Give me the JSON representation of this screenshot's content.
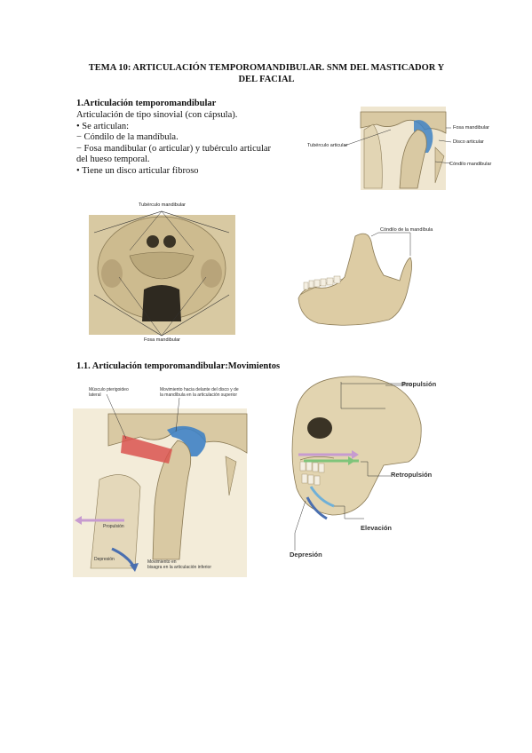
{
  "title": {
    "line1": "TEMA 10: ARTICULACIÓN TEMPOROMANDIBULAR. SNM DEL MASTICADOR Y",
    "line2": "DEL FACIAL"
  },
  "section1": {
    "heading": "1.Articulación temporomandibular",
    "lines": [
      "Articulación de tipo sinovial (con cápsula).",
      "• Se articulan:",
      "− Cóndilo de la mandíbula.",
      "− Fosa mandibular (o articular) y tubérculo articular",
      "del hueso temporal.",
      "• Tiene un disco articular fibroso"
    ]
  },
  "figure_tmj": {
    "labels": {
      "fosa": "Fosa mandibular",
      "disco": "Disco articular",
      "condilo": "Cóndilo mandibular",
      "tuberculo": "Tubérculo articular"
    }
  },
  "figure_skull_base": {
    "labels": {
      "tuberculo": "Tubérculo mandibular",
      "fosa": "Fosa mandibular"
    }
  },
  "figure_mandible": {
    "labels": {
      "condilo": "Cóndilo de la mandíbula"
    }
  },
  "section2": {
    "heading": "1.1. Articulación temporomandibular:Movimientos"
  },
  "figure_movements_left": {
    "labels": {
      "musculo_line1": "Músculo pterigoideo",
      "musculo_line2": "lateral",
      "mov_sup_line1": "Movimiento hacia delante del disco y de",
      "mov_sup_line2": "la mandíbula en la articulación superior",
      "propulsion": "Propulsión",
      "depresion": "Depresión",
      "mov_inf_line1": "Movimiento en",
      "mov_inf_line2": "bisagra en la articulación inferior"
    }
  },
  "figure_movements_right": {
    "labels": {
      "propulsion": "Propulsión",
      "retropulsion": "Retropulsión",
      "elevacion": "Elevación",
      "depresion": "Depresión"
    }
  },
  "colors": {
    "bone": "#d9c9a3",
    "bone_dark": "#b8a47a",
    "cartilage": "#3f82c4",
    "muscle": "#d9534f",
    "arrow_pink": "#c79bd0",
    "arrow_green": "#7fc47a"
  }
}
